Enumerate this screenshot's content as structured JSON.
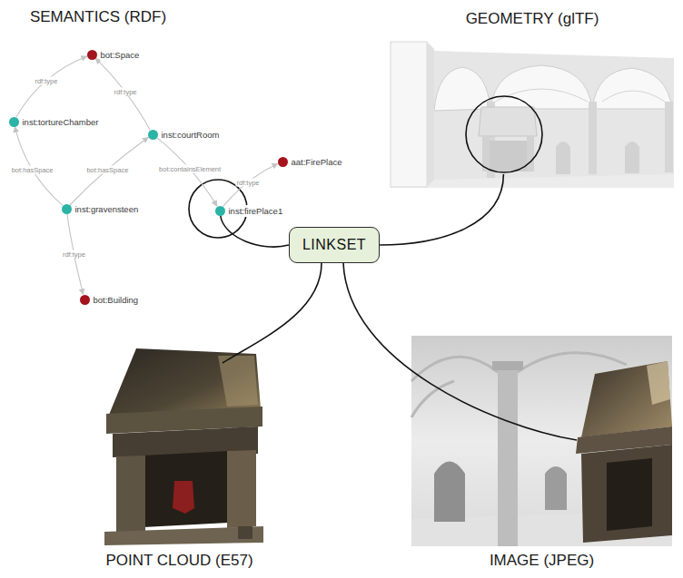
{
  "diagram": {
    "nodes": [
      {
        "text": [
          "SEMANTICS (RDF)"
        ]
      },
      {
        "text": [
          "bot:Space"
        ],
        "in": 0
      },
      {
        "text": [
          "inst:tortureChamber"
        ],
        "in": 0
      },
      {
        "text": [
          "inst:courtRoom"
        ],
        "in": 0
      },
      {
        "text": [
          "aat:FirePlace"
        ],
        "in": 0
      },
      {
        "text": [
          "inst:gravensteen"
        ],
        "in": 0
      },
      {
        "text": [
          "inst:firePlace1"
        ],
        "in": 0
      },
      {
        "text": [
          "bot:Building"
        ],
        "in": 0
      },
      {
        "text": [
          "GEOMETRY (glTF)"
        ]
      },
      {
        "text": [
          "LINKSET"
        ]
      },
      {
        "text": [
          "POINT CLOUD (E57)"
        ]
      },
      {
        "text": [
          "IMAGE (JPEG)"
        ]
      }
    ],
    "edges": [
      {
        "from": 2,
        "to": 1,
        "label": "rdf:type",
        "arrow": "to"
      },
      {
        "from": 3,
        "to": 1,
        "label": "rdf:type",
        "arrow": "to"
      },
      {
        "from": 5,
        "to": 2,
        "label": "bot:hasSpace",
        "arrow": "to"
      },
      {
        "from": 5,
        "to": 3,
        "label": "bot:hasSpace",
        "arrow": "to"
      },
      {
        "from": 3,
        "to": 6,
        "label": "bot:containsElement",
        "arrow": "to"
      },
      {
        "from": 6,
        "to": 4,
        "label": "rdf:type",
        "arrow": "to"
      },
      {
        "from": 5,
        "to": 7,
        "label": "rdf:type",
        "arrow": "to"
      },
      {
        "from": 9,
        "to": 6,
        "arrow": "none"
      },
      {
        "from": 9,
        "to": 8,
        "arrow": "none"
      },
      {
        "from": 9,
        "to": 10,
        "arrow": "none"
      },
      {
        "from": 9,
        "to": 11,
        "arrow": "none"
      }
    ]
  }
}
